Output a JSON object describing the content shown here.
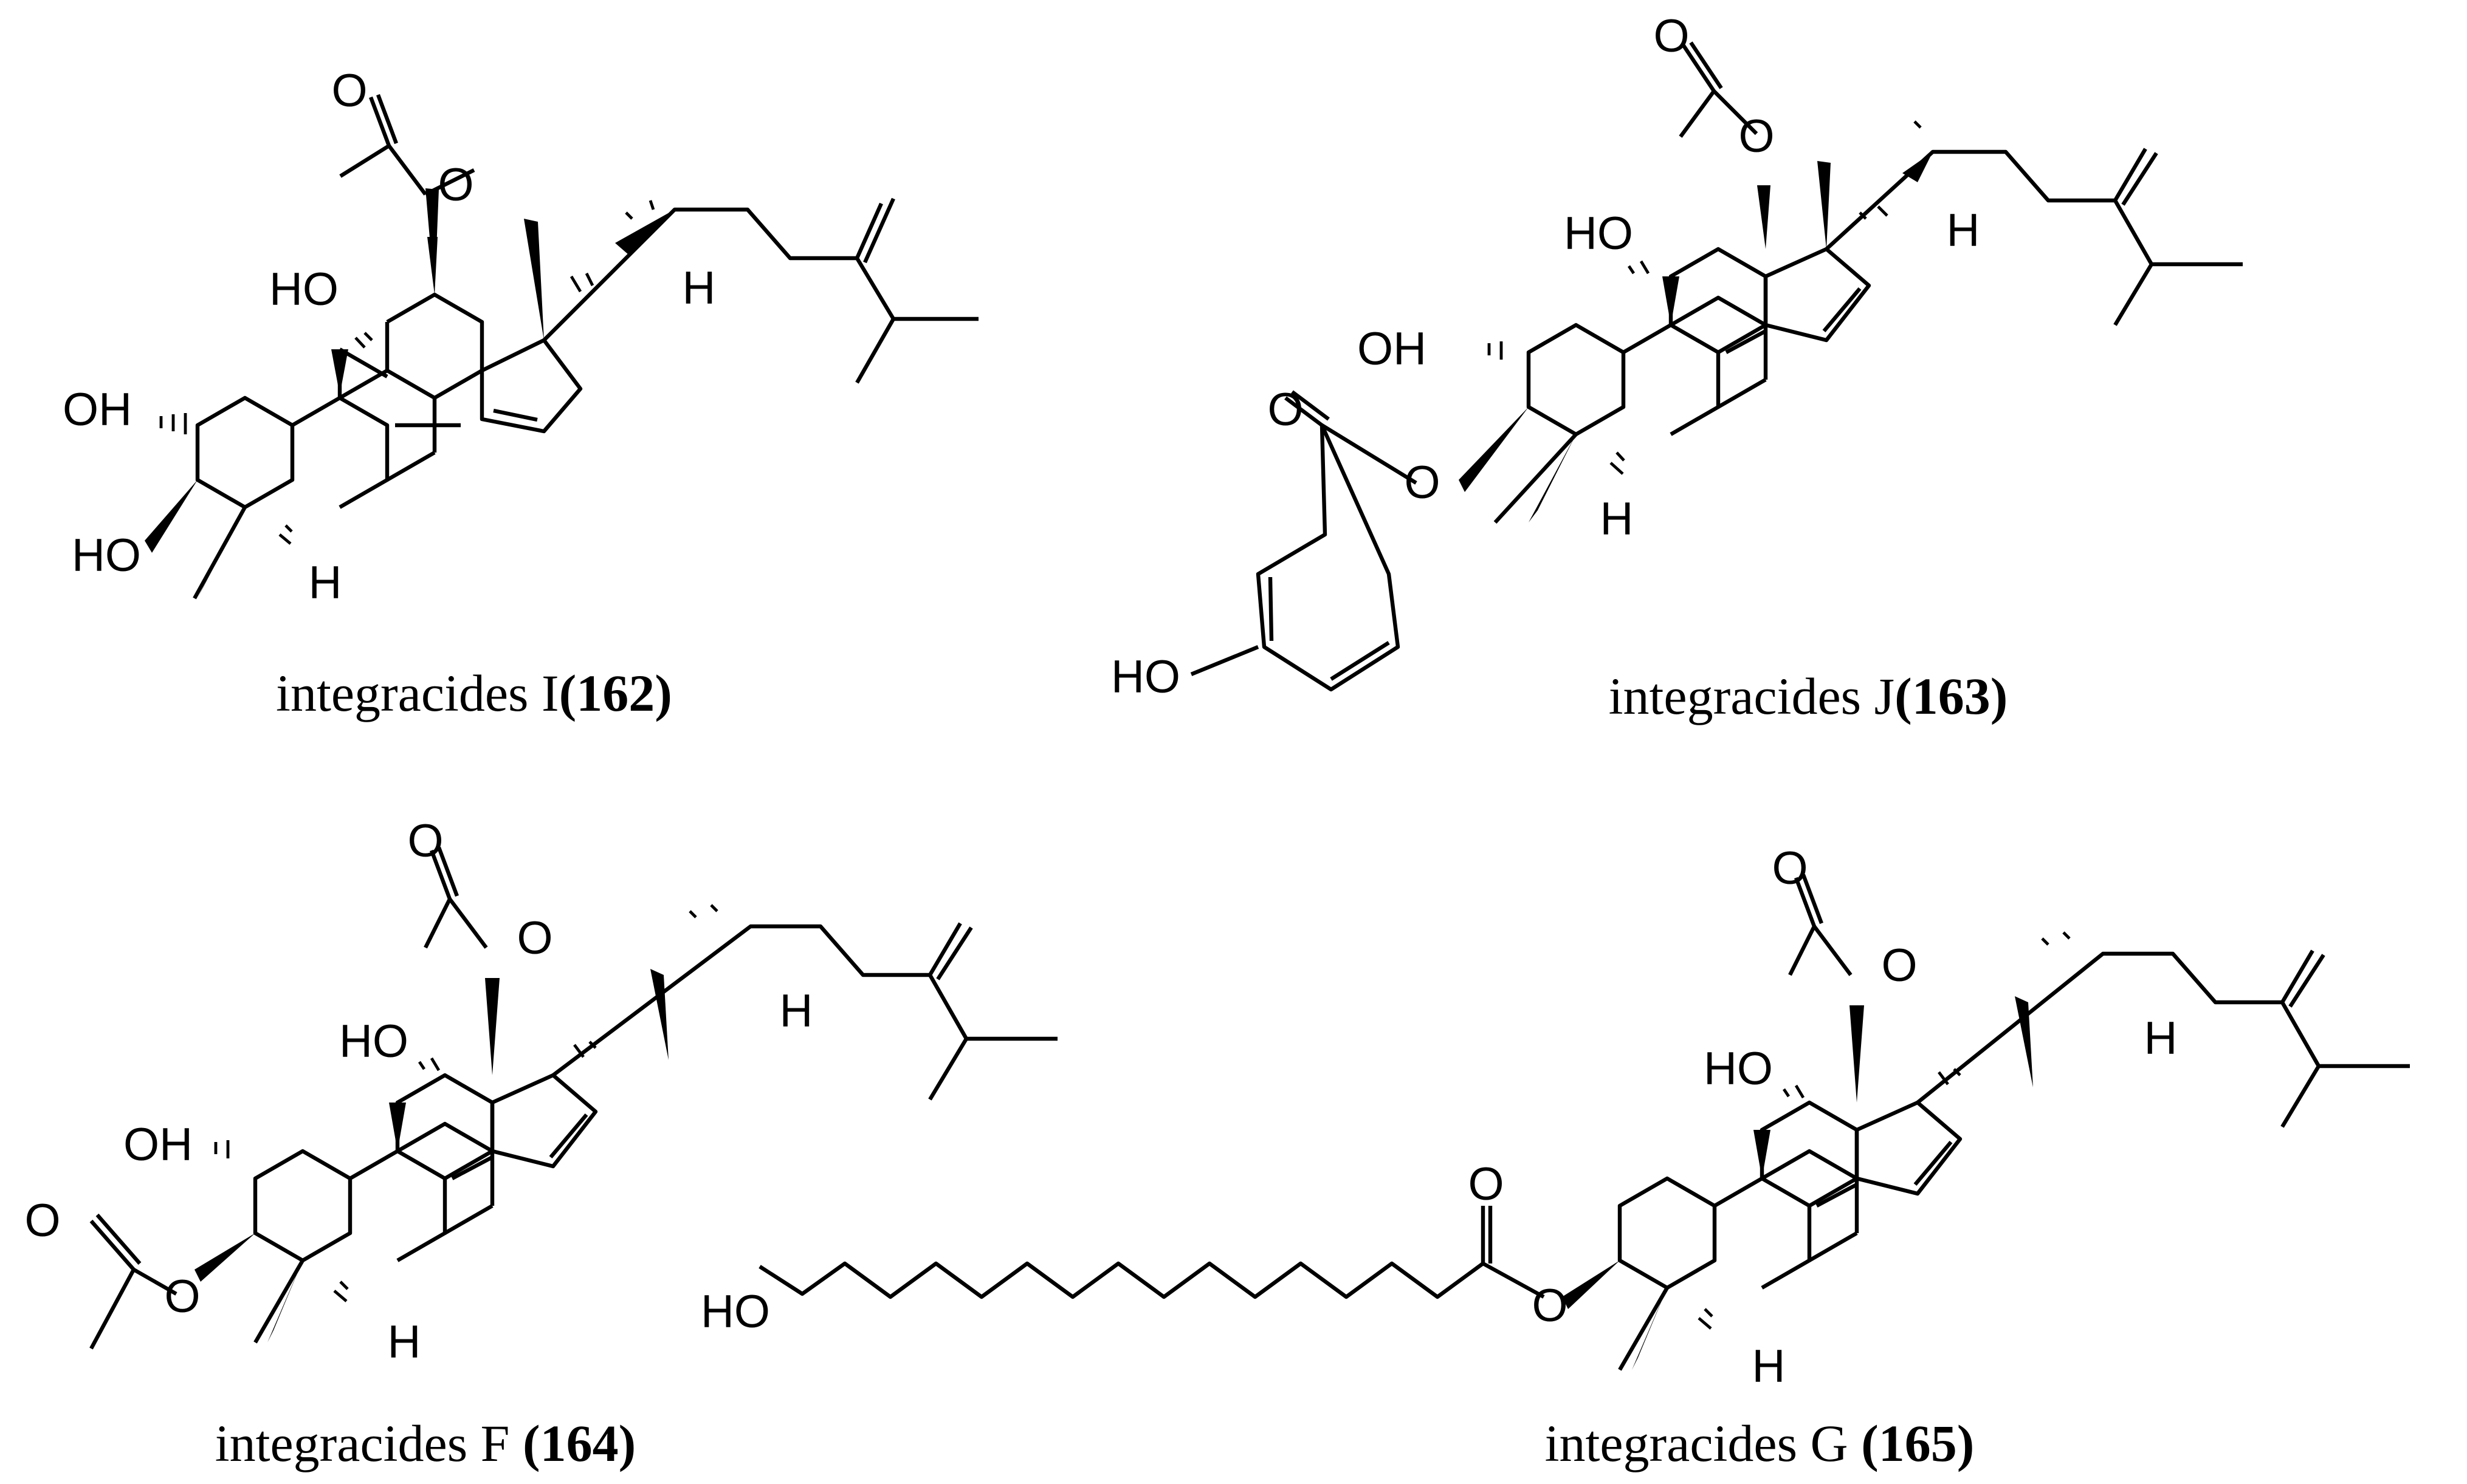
{
  "compounds": [
    {
      "prefix": "integracides I",
      "number": "(162)"
    },
    {
      "prefix": "integracides J",
      "number": "(163)"
    },
    {
      "prefix": "integracides F ",
      "number": "(164)"
    },
    {
      "prefix": "integracides G ",
      "number": "(165)"
    }
  ],
  "atom_labels": {
    "o": "O",
    "oh_left": "HO",
    "oh_right": "OH",
    "h": "H"
  }
}
